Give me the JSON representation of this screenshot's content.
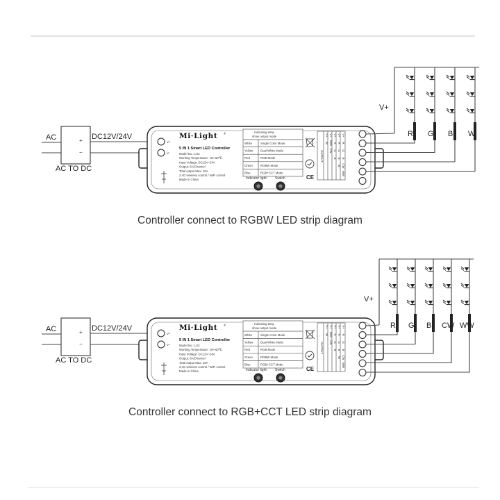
{
  "diagrams": [
    {
      "caption": "Controller connect to RGBW LED strip diagram",
      "ac_label": "AC",
      "dc_label": "DC12V/24V",
      "converter_label": "AC TO DC",
      "plus": "+",
      "minus": "−",
      "vplus": "V+",
      "brand": "Mi·Light",
      "registered": "®",
      "title": "5 IN 1 Smart LED Controller",
      "specs": [
        "Model No.: LS2",
        "Working Temperature: -20~60℃",
        "Input Voltage: DC12V~24V",
        "Output: 6A/Channel",
        "Total output Max: 15A",
        "2.4G wireless control / WiFi control",
        "Made in China"
      ],
      "term_vplus": "V+",
      "term_vminus": "V−",
      "table_header": [
        "Indicating lamp",
        "show output mode"
      ],
      "modes": [
        [
          "White",
          "Single Color Mode"
        ],
        [
          "Yellow",
          "Dual White Mode"
        ],
        [
          "Red",
          "RGB Mode"
        ],
        [
          "Green",
          "RGBW Mode"
        ],
        [
          "Blue",
          "RGB+CCT Mode"
        ]
      ],
      "indicator_label": "Indicator light",
      "switch_label": "Switch",
      "output_label": "OUTPUT",
      "output_columns": [
        [
          "V+",
          "W",
          "",
          "",
          "",
          ""
        ],
        [
          "V+",
          "WW",
          "CW",
          "",
          "",
          ""
        ],
        [
          "V+",
          "R",
          "G",
          "B",
          "",
          ""
        ],
        [
          "V+",
          "R",
          "G",
          "B",
          "W",
          ""
        ],
        [
          "V+",
          "R",
          "G",
          "B",
          "CW",
          "WW"
        ]
      ],
      "channels": [
        "R",
        "G",
        "B",
        "W"
      ]
    },
    {
      "caption": "Controller connect to RGB+CCT LED strip diagram",
      "ac_label": "AC",
      "dc_label": "DC12V/24V",
      "converter_label": "AC TO DC",
      "plus": "+",
      "minus": "−",
      "vplus": "V+",
      "brand": "Mi·Light",
      "registered": "®",
      "title": "5 IN 1 Smart LED Controller",
      "specs": [
        "Model No.: LS2",
        "Working Temperature: -20~60℃",
        "Input Voltage: DC12V~24V",
        "Output: 6A/Channel",
        "Total output Max: 15A",
        "2.4G wireless control / WiFi control",
        "Made in China"
      ],
      "term_vplus": "V+",
      "term_vminus": "V−",
      "table_header": [
        "Indicating lamp",
        "show output mode"
      ],
      "modes": [
        [
          "White",
          "Single Color Mode"
        ],
        [
          "Yellow",
          "Dual White Mode"
        ],
        [
          "Red",
          "RGB Mode"
        ],
        [
          "Green",
          "RGBW Mode"
        ],
        [
          "Blue",
          "RGB+CCT Mode"
        ]
      ],
      "indicator_label": "Indicator light",
      "switch_label": "Switch",
      "output_label": "OUTPUT",
      "output_columns": [
        [
          "V+",
          "W",
          "",
          "",
          "",
          ""
        ],
        [
          "V+",
          "WW",
          "CW",
          "",
          "",
          ""
        ],
        [
          "V+",
          "R",
          "G",
          "B",
          "",
          ""
        ],
        [
          "V+",
          "R",
          "G",
          "B",
          "W",
          ""
        ],
        [
          "V+",
          "R",
          "G",
          "B",
          "CW",
          "WW"
        ]
      ],
      "channels": [
        "R",
        "G",
        "B",
        "CW",
        "WW"
      ]
    }
  ]
}
